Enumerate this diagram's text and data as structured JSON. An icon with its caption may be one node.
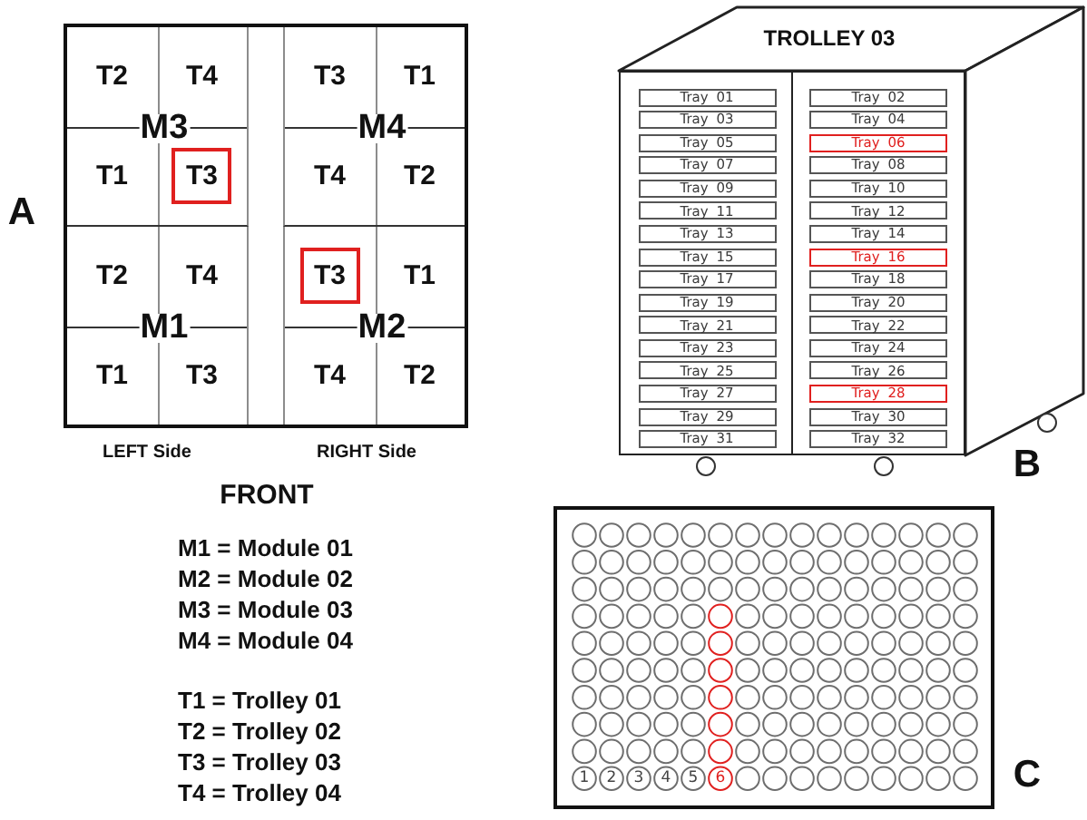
{
  "diagram": {
    "nodes": [
      {
        "text": [],
        "shape": "box"
      },
      {
        "text": [
          "M3"
        ],
        "in": 0
      },
      {
        "text": [
          "T2"
        ],
        "in": 1
      },
      {
        "text": [
          "T4"
        ],
        "in": 1
      },
      {
        "text": [
          "T1"
        ],
        "in": 1
      },
      {
        "text": [
          "T3"
        ],
        "in": 1
      },
      {
        "text": [
          "M4"
        ],
        "in": 0
      },
      {
        "text": [
          "T3"
        ],
        "in": 6
      },
      {
        "text": [
          "T1"
        ],
        "in": 6
      },
      {
        "text": [
          "T4"
        ],
        "in": 6
      },
      {
        "text": [
          "T2"
        ],
        "in": 6
      },
      {
        "text": [
          "M1"
        ],
        "in": 0
      },
      {
        "text": [
          "T2"
        ],
        "in": 11
      },
      {
        "text": [
          "T4"
        ],
        "in": 11
      },
      {
        "text": [
          "T1"
        ],
        "in": 11
      },
      {
        "text": [
          "T3"
        ],
        "in": 11
      },
      {
        "text": [
          "M2"
        ],
        "in": 0
      },
      {
        "text": [
          "T3"
        ],
        "in": 16
      },
      {
        "text": [
          "T1"
        ],
        "in": 16
      },
      {
        "text": [
          "T4"
        ],
        "in": 16
      },
      {
        "text": [
          "T2"
        ],
        "in": 16
      },
      {
        "text": [
          "TROLLEY 03"
        ]
      },
      {
        "text": [],
        "shape": "box",
        "in": 21
      },
      {
        "text": [
          "Tray 01"
        ],
        "in": 22
      },
      {
        "text": [
          "Tray 03"
        ],
        "in": 22
      },
      {
        "text": [
          "Tray 05"
        ],
        "in": 22
      },
      {
        "text": [
          "Tray 07"
        ],
        "in": 22
      },
      {
        "text": [
          "Tray 09"
        ],
        "in": 22
      },
      {
        "text": [
          "Tray 11"
        ],
        "in": 22
      },
      {
        "text": [
          "Tray 13"
        ],
        "in": 22
      },
      {
        "text": [
          "Tray 15"
        ],
        "in": 22
      },
      {
        "text": [
          "Tray 17"
        ],
        "in": 22
      },
      {
        "text": [
          "Tray 19"
        ],
        "in": 22
      },
      {
        "text": [
          "Tray 21"
        ],
        "in": 22
      },
      {
        "text": [
          "Tray 23"
        ],
        "in": 22
      },
      {
        "text": [
          "Tray 25"
        ],
        "in": 22
      },
      {
        "text": [
          "Tray 27"
        ],
        "in": 22
      },
      {
        "text": [
          "Tray 29"
        ],
        "in": 22
      },
      {
        "text": [
          "Tray 31"
        ],
        "in": 22
      },
      {
        "text": [],
        "shape": "box",
        "in": 21
      },
      {
        "text": [
          "Tray 02"
        ],
        "in": 39
      },
      {
        "text": [
          "Tray 04"
        ],
        "in": 39
      },
      {
        "text": [
          "Tray 06"
        ],
        "in": 39
      },
      {
        "text": [
          "Tray 08"
        ],
        "in": 39
      },
      {
        "text": [
          "Tray 10"
        ],
        "in": 39
      },
      {
        "text": [
          "Tray 12"
        ],
        "in": 39
      },
      {
        "text": [
          "Tray 14"
        ],
        "in": 39
      },
      {
        "text": [
          "Tray 16"
        ],
        "in": 39
      },
      {
        "text": [
          "Tray 18"
        ],
        "in": 39
      },
      {
        "text": [
          "Tray 20"
        ],
        "in": 39
      },
      {
        "text": [
          "Tray 22"
        ],
        "in": 39
      },
      {
        "text": [
          "Tray 24"
        ],
        "in": 39
      },
      {
        "text": [
          "Tray 26"
        ],
        "in": 39
      },
      {
        "text": [
          "Tray 28"
        ],
        "in": 39
      },
      {
        "text": [
          "Tray 30"
        ],
        "in": 39
      },
      {
        "text": [
          "Tray 32"
        ],
        "in": 39
      }
    ],
    "labels": [
      "A",
      "LEFT Side",
      "RIGHT Side",
      "B",
      "FRONT",
      "M1 = Module 01",
      "M2 = Module 02",
      "M3 = Module 03",
      "M4 = Module 04",
      "T1 = Trolley 01",
      "T2 = Trolley 02",
      "T3 = Trolley 03",
      "T4 = Trolley 04",
      "1",
      "2",
      "3",
      "4",
      "5",
      "6",
      "C"
    ]
  }
}
